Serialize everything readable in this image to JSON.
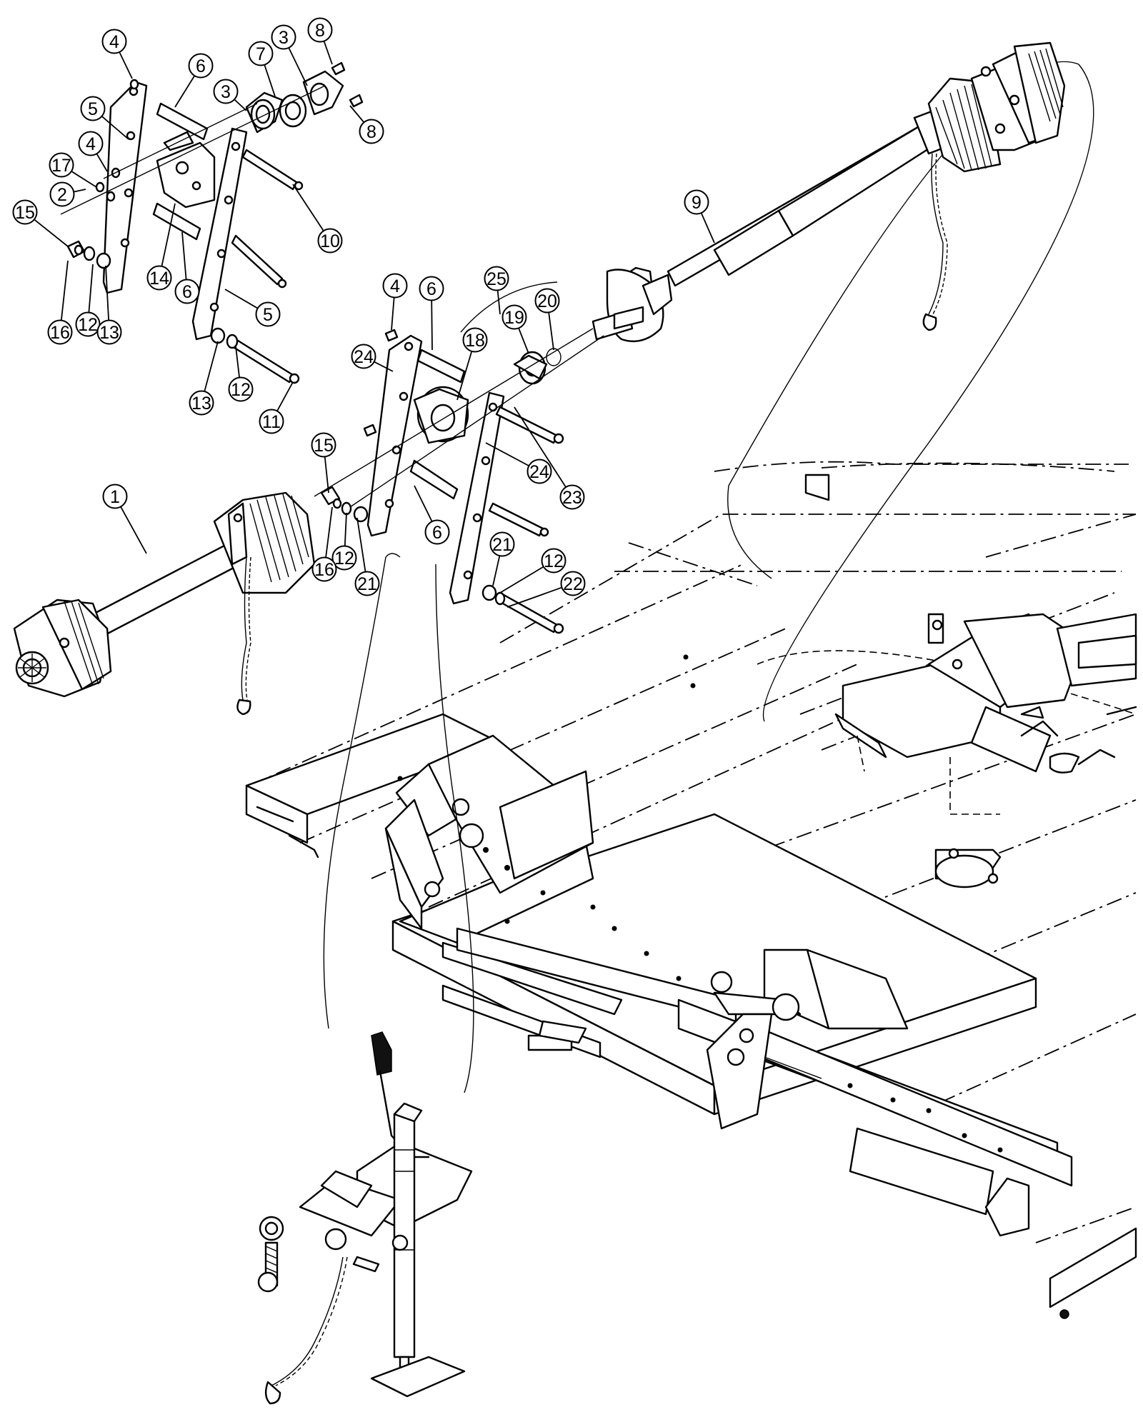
{
  "callouts": [
    {
      "label": "1"
    },
    {
      "label": "2"
    },
    {
      "label": "3"
    },
    {
      "label": "3"
    },
    {
      "label": "4"
    },
    {
      "label": "4"
    },
    {
      "label": "4"
    },
    {
      "label": "5"
    },
    {
      "label": "5"
    },
    {
      "label": "6"
    },
    {
      "label": "6"
    },
    {
      "label": "6"
    },
    {
      "label": "6"
    },
    {
      "label": "7"
    },
    {
      "label": "8"
    },
    {
      "label": "8"
    },
    {
      "label": "9"
    },
    {
      "label": "10"
    },
    {
      "label": "11"
    },
    {
      "label": "12"
    },
    {
      "label": "12"
    },
    {
      "label": "12"
    },
    {
      "label": "12"
    },
    {
      "label": "13"
    },
    {
      "label": "13"
    },
    {
      "label": "14"
    },
    {
      "label": "15"
    },
    {
      "label": "15"
    },
    {
      "label": "16"
    },
    {
      "label": "16"
    },
    {
      "label": "17"
    },
    {
      "label": "18"
    },
    {
      "label": "19"
    },
    {
      "label": "20"
    },
    {
      "label": "21"
    },
    {
      "label": "21"
    },
    {
      "label": "22"
    },
    {
      "label": "23"
    },
    {
      "label": "24"
    },
    {
      "label": "24"
    },
    {
      "label": "25"
    }
  ]
}
